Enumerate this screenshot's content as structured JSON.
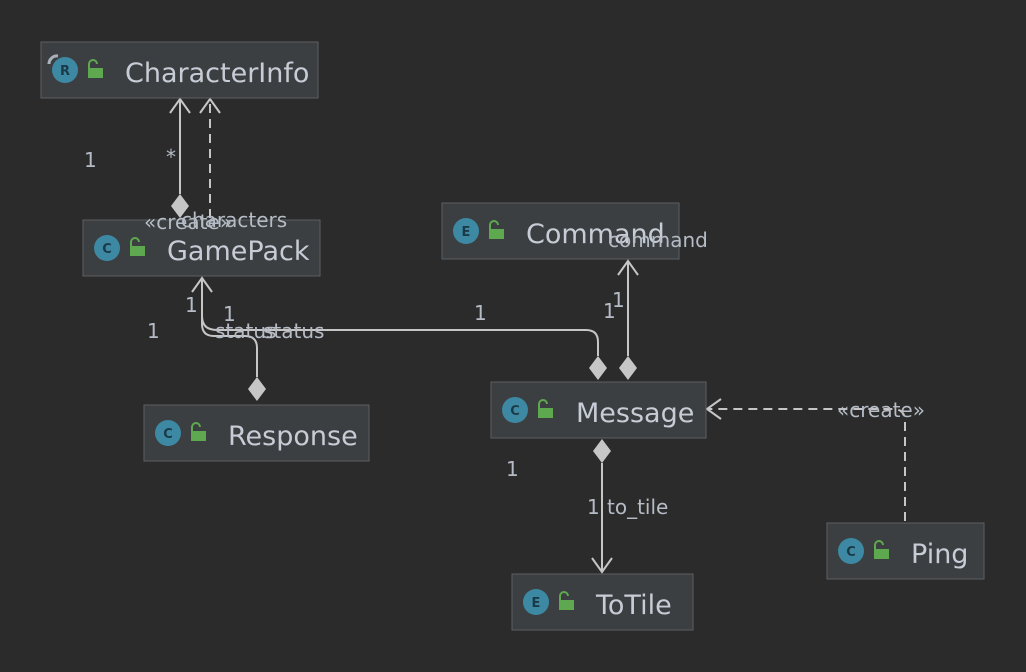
{
  "nodes": {
    "character_info": {
      "name": "CharacterInfo",
      "badge": "R",
      "badge_icon": "record-icon"
    },
    "game_pack": {
      "name": "GamePack",
      "badge": "C",
      "badge_icon": "class-icon"
    },
    "command": {
      "name": "Command",
      "badge": "E",
      "badge_icon": "enum-icon"
    },
    "response": {
      "name": "Response",
      "badge": "C",
      "badge_icon": "class-icon"
    },
    "message": {
      "name": "Message",
      "badge": "C",
      "badge_icon": "class-icon"
    },
    "ping": {
      "name": "Ping",
      "badge": "C",
      "badge_icon": "class-icon"
    },
    "to_tile": {
      "name": "ToTile",
      "badge": "E",
      "badge_icon": "enum-icon"
    }
  },
  "edges": {
    "gamepack_characters": {
      "label": "characters",
      "source_mult": "1",
      "target_mult": "*"
    },
    "gamepack_create_characterinfo": {
      "label": "«create»"
    },
    "response_status": {
      "label": "status",
      "source_mult": "1",
      "target_mult": "1"
    },
    "message_status": {
      "label": "status",
      "source_mult": "1",
      "target_mult": "1"
    },
    "message_command": {
      "label": "command",
      "source_mult": "1",
      "target_mult": "1"
    },
    "message_to_tile": {
      "label": "to_tile",
      "source_mult": "1",
      "target_mult": "1"
    },
    "ping_create_message": {
      "label": "«create»"
    }
  },
  "colors": {
    "background": "#2b2b2b",
    "node_fill": "#3c3f41",
    "badge": "#3d89a3",
    "lock": "#5ea84f",
    "edge": "#c6c6c6",
    "text": "#c7cdd6"
  }
}
